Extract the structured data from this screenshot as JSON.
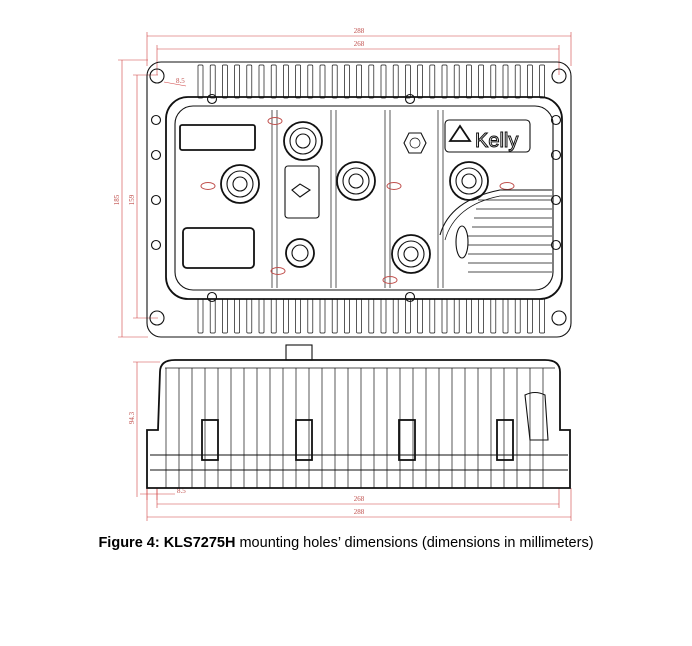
{
  "top_view": {
    "dims": {
      "overall_width": "288",
      "hole_spacing_width": "268",
      "overall_height": "185",
      "hole_spacing_height": "159",
      "hole_diameter": "8.5"
    },
    "logo_text": "Kelly"
  },
  "side_view": {
    "dims": {
      "height": "94.3",
      "hole_offset": "8.5",
      "hole_spacing_width": "268",
      "overall_width": "288"
    }
  },
  "caption": {
    "label": "Figure 4: KLS7275H",
    "text": " mounting holes’ dimensions (dimensions in millimeters)"
  }
}
